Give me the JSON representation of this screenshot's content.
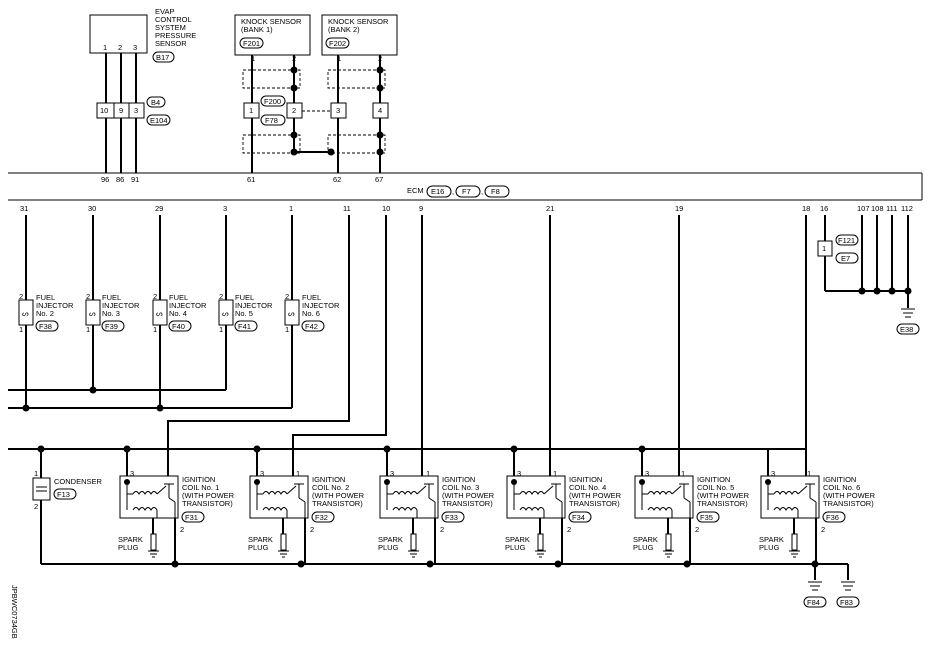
{
  "evap_sensor": {
    "label": [
      "EVAP",
      "CONTROL",
      "SYSTEM",
      "PRESSURE",
      "SENSOR"
    ],
    "connector": "B17",
    "pins": [
      "1",
      "2",
      "3"
    ]
  },
  "relay_connector": {
    "pins": [
      "10",
      "9",
      "3"
    ],
    "connectors": [
      "B4",
      "E104"
    ]
  },
  "knock1": {
    "label": [
      "KNOCK SENSOR",
      "(BANK 1)"
    ],
    "connector": "F201",
    "pins": [
      "1",
      "2"
    ]
  },
  "knock2": {
    "label": [
      "KNOCK SENSOR",
      "(BANK 2)"
    ],
    "connector": "F202",
    "pins": [
      "1",
      "2"
    ]
  },
  "knock_joint": {
    "pins": [
      "1",
      "2",
      "3",
      "4"
    ],
    "connectors": [
      "F200",
      "F78"
    ]
  },
  "ecm": {
    "label": "ECM",
    "connectors": [
      "E16",
      "F7",
      "F8"
    ],
    "top_pins": [
      "96",
      "86",
      "91",
      "61",
      "62",
      "67"
    ],
    "bottom_pins": [
      "31",
      "30",
      "29",
      "3",
      "1",
      "11",
      "10",
      "9",
      "21",
      "19",
      "18",
      "16",
      "107",
      "108",
      "111",
      "112"
    ]
  },
  "injectors": [
    {
      "label": [
        "FUEL",
        "INJECTOR",
        "No. 2"
      ],
      "connector": "F38"
    },
    {
      "label": [
        "FUEL",
        "INJECTOR",
        "No. 3"
      ],
      "connector": "F39"
    },
    {
      "label": [
        "FUEL",
        "INJECTOR",
        "No. 4"
      ],
      "connector": "F40"
    },
    {
      "label": [
        "FUEL",
        "INJECTOR",
        "No. 5"
      ],
      "connector": "F41"
    },
    {
      "label": [
        "FUEL",
        "INJECTOR",
        "No. 6"
      ],
      "connector": "F42"
    }
  ],
  "injector_pins": [
    "2",
    "1"
  ],
  "ground_f121": {
    "pin": "1",
    "connectors": [
      "F121",
      "E7"
    ]
  },
  "ground_e38": "E38",
  "condenser": {
    "label": "CONDENSER",
    "connector": "F13",
    "pins": [
      "1",
      "2"
    ]
  },
  "coils": [
    {
      "label": [
        "IGNITION",
        "COIL No. 1",
        "(WITH POWER",
        "TRANSISTOR)"
      ],
      "connector": "F31"
    },
    {
      "label": [
        "IGNITION",
        "COIL No. 2",
        "(WITH POWER",
        "TRANSISTOR)"
      ],
      "connector": "F32"
    },
    {
      "label": [
        "IGNITION",
        "COIL No. 3",
        "(WITH POWER",
        "TRANSISTOR)"
      ],
      "connector": "F33"
    },
    {
      "label": [
        "IGNITION",
        "COIL No. 4",
        "(WITH POWER",
        "TRANSISTOR)"
      ],
      "connector": "F34"
    },
    {
      "label": [
        "IGNITION",
        "COIL No. 5",
        "(WITH POWER",
        "TRANSISTOR)"
      ],
      "connector": "F35"
    },
    {
      "label": [
        "IGNITION",
        "COIL No. 6",
        "(WITH POWER",
        "TRANSISTOR)"
      ],
      "connector": "F36"
    }
  ],
  "coil_pins": [
    "3",
    "1",
    "2"
  ],
  "spark_plug_label": [
    "SPARK",
    "PLUG"
  ],
  "grounds_bottom": [
    "F84",
    "F83"
  ],
  "side_code": "JPBWC0734GB"
}
